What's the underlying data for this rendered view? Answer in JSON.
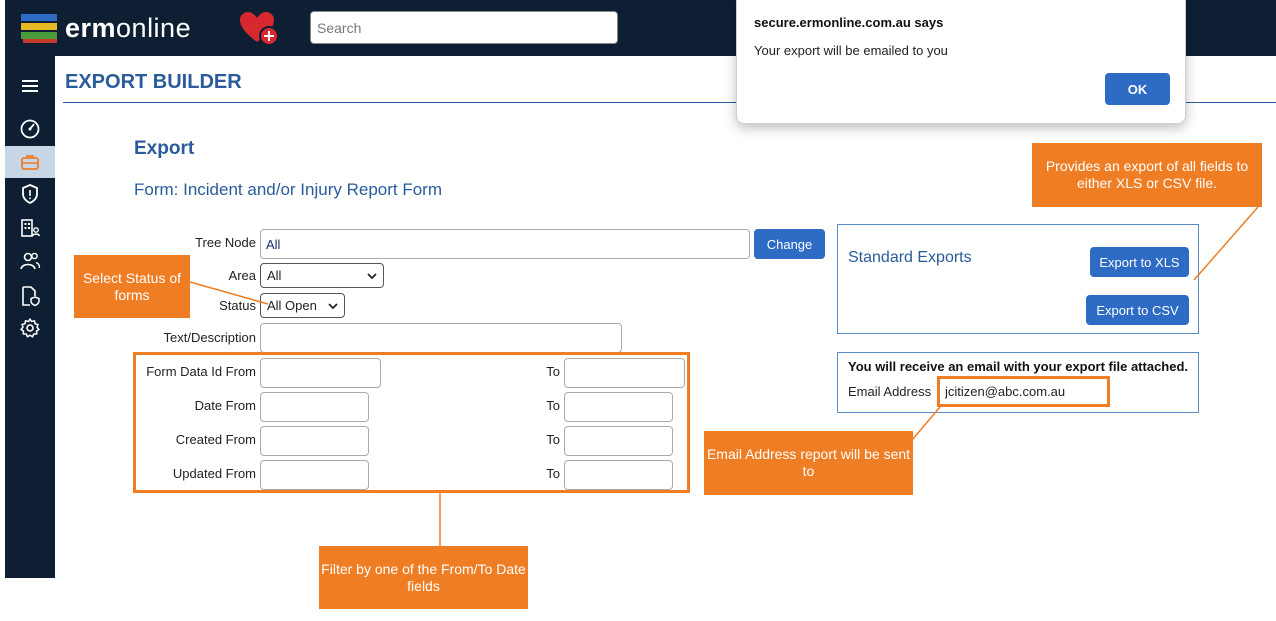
{
  "app": {
    "logo_bold": "erm",
    "logo_rest": "online"
  },
  "search": {
    "placeholder": "Search"
  },
  "sidebar": {
    "items": [
      {
        "name": "menu-icon"
      },
      {
        "name": "dashboard-icon"
      },
      {
        "name": "briefcase-icon"
      },
      {
        "name": "shield-alert-icon"
      },
      {
        "name": "building-user-icon"
      },
      {
        "name": "users-icon"
      },
      {
        "name": "document-shield-icon"
      },
      {
        "name": "gear-icon"
      }
    ]
  },
  "page": {
    "title": "EXPORT BUILDER",
    "section_title": "Export",
    "form_name": "Form: Incident and/or Injury Report Form"
  },
  "form": {
    "tree_node_label": "Tree Node",
    "tree_node_value": "All",
    "change_label": "Change",
    "area_label": "Area",
    "area_value": "All",
    "status_label": "Status",
    "status_value": "All Open",
    "text_label": "Text/Description",
    "rows": [
      {
        "from_label": "Form Data Id From",
        "to_label": "To"
      },
      {
        "from_label": "Date From",
        "to_label": "To"
      },
      {
        "from_label": "Created From",
        "to_label": "To"
      },
      {
        "from_label": "Updated From",
        "to_label": "To"
      }
    ]
  },
  "exports": {
    "title": "Standard Exports",
    "xls_label": "Export to XLS",
    "csv_label": "Export to CSV"
  },
  "email": {
    "notice": "You will receive an email with your export file attached.",
    "label": "Email Address",
    "value": "jcitizen@abc.com.au"
  },
  "callouts": {
    "status": "Select Status of forms",
    "exports": "Provides an export of all fields to either XLS or CSV file.",
    "email": "Email Address report will be sent to",
    "filter": "Filter by one of the From/To Date fields"
  },
  "dialog": {
    "title": "secure.ermonline.com.au says",
    "message": "Your export will be emailed to you",
    "ok_label": "OK"
  },
  "colors": {
    "navy": "#0e1f33",
    "brand_blue": "#2a5b9a",
    "button_blue": "#2d6bc4",
    "callout_orange": "#ee7d24"
  }
}
